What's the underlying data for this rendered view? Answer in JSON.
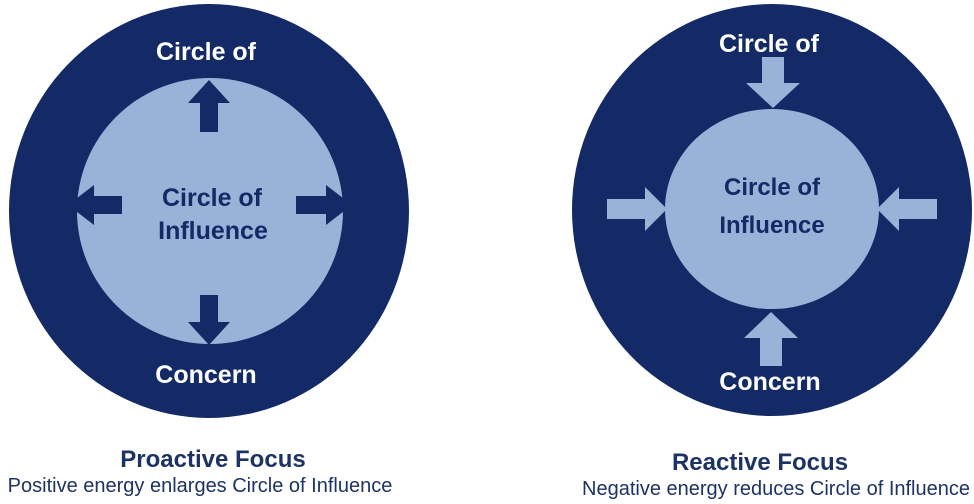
{
  "colors": {
    "dark_navy": "#132A66",
    "light_blue": "#97B3D8",
    "text_navy": "#1D3363",
    "white": "#FFFFFF",
    "background": "#FFFFFF"
  },
  "diagrams": {
    "proactive": {
      "outer_label_top": "Circle of",
      "outer_label_bottom": "Concern",
      "inner_label_line1": "Circle of",
      "inner_label_line2": "Influence",
      "arrow_direction": "outward",
      "caption_title": "Proactive Focus",
      "caption_subtitle": "Positive energy enlarges Circle of Influence"
    },
    "reactive": {
      "outer_label_top": "Circle of",
      "outer_label_bottom": "Concern",
      "inner_label_line1": "Circle of",
      "inner_label_line2": "Influence",
      "arrow_direction": "inward",
      "caption_title": "Reactive Focus",
      "caption_subtitle": "Negative energy reduces Circle of Influence"
    }
  }
}
